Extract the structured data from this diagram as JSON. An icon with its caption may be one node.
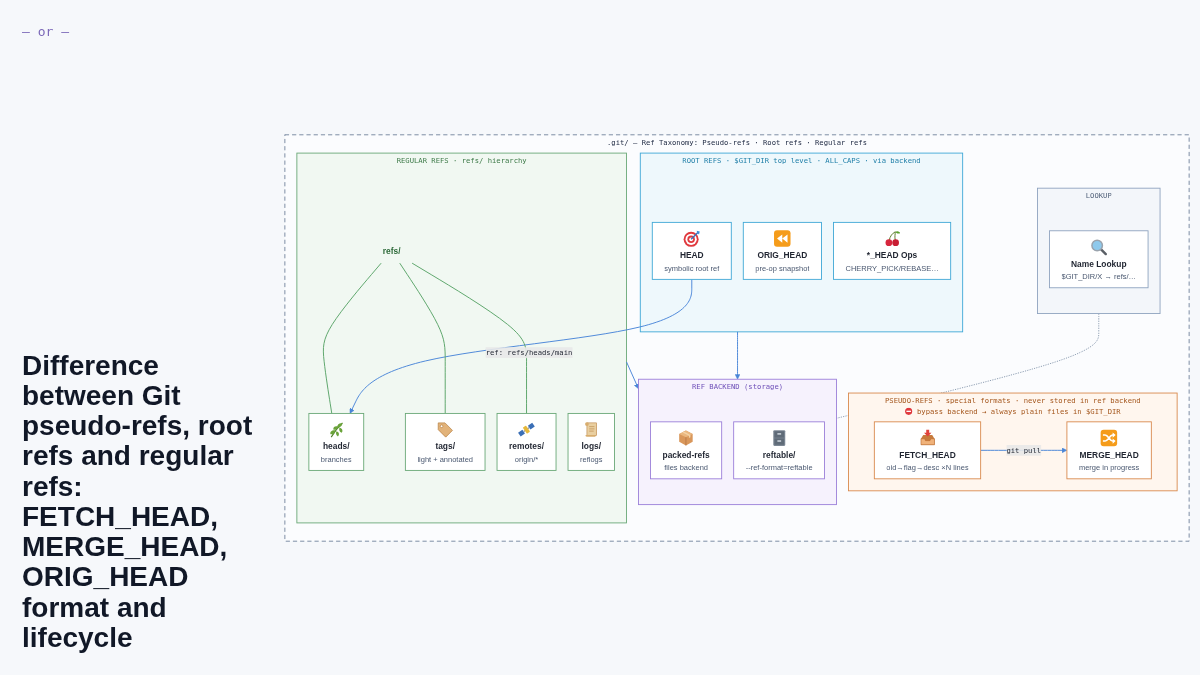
{
  "diagram": {
    "title": "Difference between Git pseudo-refs, root refs and regular refs: FETCH_HEAD, MERGE_HEAD, ORIG_HEAD format and lifecycle",
    "nodes": [
      {
        "text": [
          ".git/ — Ref Taxonomy: Pseudo-refs · Root refs · Regular refs"
        ]
      },
      {
        "text": [
          "PSEUDO-REFS · special formats · never stored in ref backend",
          "bypass backend → always plain files in $GIT_DIR"
        ],
        "in": 0
      },
      {
        "text": [
          "FETCH_HEAD",
          "oid→flag→desc ×N lines"
        ],
        "in": 1
      },
      {
        "text": [
          "MERGE_HEAD",
          "merge in progress"
        ],
        "in": 1
      },
      {
        "text": [
          "LOOKUP"
        ],
        "in": 0
      },
      {
        "text": [
          "Name Lookup",
          "$GIT_DIR/X → refs/…"
        ],
        "in": 4
      },
      {
        "text": [
          "ROOT REFS · $GIT_DIR top level · ALL_CAPS · via backend"
        ],
        "in": 0
      },
      {
        "text": [
          "HEAD",
          "symbolic root ref"
        ],
        "in": 6
      },
      {
        "text": [
          "ORIG_HEAD",
          "pre-op snapshot"
        ],
        "in": 6
      },
      {
        "text": [
          "*_HEAD Ops",
          "CHERRY_PICK/REBASE…"
        ],
        "in": 6
      },
      {
        "text": [
          "REF BACKEND (storage)"
        ],
        "in": 0
      },
      {
        "text": [
          "packed-refs",
          "files backend"
        ],
        "in": 10
      },
      {
        "text": [
          "reftable/",
          "--ref-format=reftable"
        ],
        "in": 10
      },
      {
        "text": [
          "REGULAR REFS · refs/ hierarchy"
        ],
        "in": 0
      },
      {
        "text": [
          "refs/"
        ],
        "in": 13
      },
      {
        "text": [
          "heads/",
          "branches"
        ],
        "in": 13
      },
      {
        "text": [
          "tags/",
          "light + annotated"
        ],
        "in": 13
      },
      {
        "text": [
          "remotes/",
          "origin/*"
        ],
        "in": 13
      },
      {
        "text": [
          "logs/",
          "reflogs"
        ],
        "in": 13
      }
    ],
    "edges": [
      {
        "from": 2,
        "to": 3,
        "arrow": "to",
        "label": "git pull"
      },
      {
        "from": 4,
        "to": 10,
        "arrow": "none",
        "style": "dashed",
        "color": "#8a9bb0"
      },
      {
        "from": 6,
        "to": 10,
        "arrow": "to"
      },
      {
        "from": 7,
        "to": 15,
        "arrow": "to",
        "label": "ref: refs/heads/main"
      },
      {
        "from": 13,
        "to": 10,
        "arrow": "to"
      },
      {
        "from": 14,
        "to": 15,
        "arrow": "none",
        "color": "#5aa469"
      },
      {
        "from": 14,
        "to": 16,
        "arrow": "none",
        "color": "#5aa469"
      },
      {
        "from": 14,
        "to": 17,
        "arrow": "none",
        "color": "#5aa469"
      }
    ],
    "labels": [
      "— or —"
    ]
  }
}
